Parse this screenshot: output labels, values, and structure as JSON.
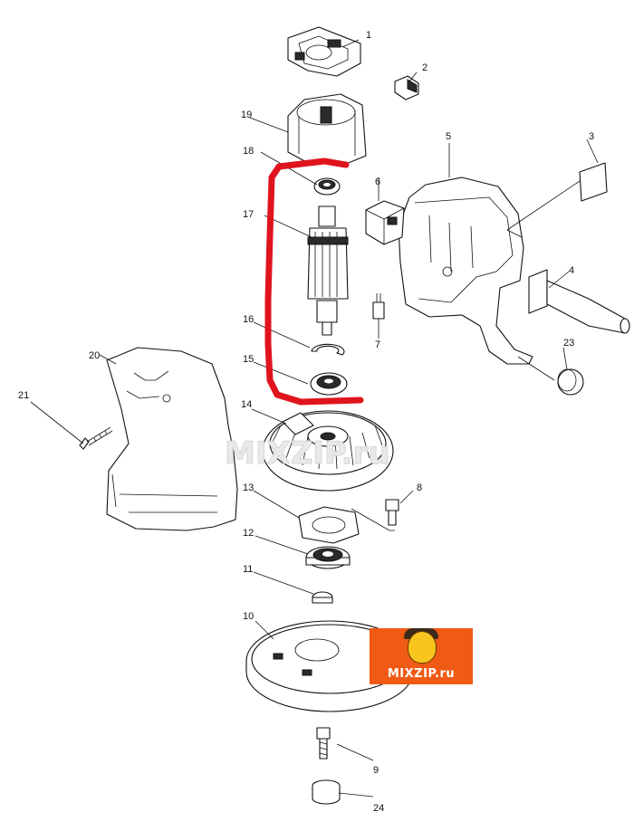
{
  "callouts": [
    "1",
    "2",
    "3",
    "4",
    "5",
    "6",
    "7",
    "8",
    "9",
    "10",
    "11",
    "12",
    "13",
    "14",
    "15",
    "16",
    "17",
    "18",
    "19",
    "20",
    "21",
    "23",
    "24"
  ],
  "watermark": {
    "center_text": "MIXZIP.ru",
    "logo_text": "MIXZIP.ru"
  },
  "highlight": {
    "color": "#e0141e"
  }
}
